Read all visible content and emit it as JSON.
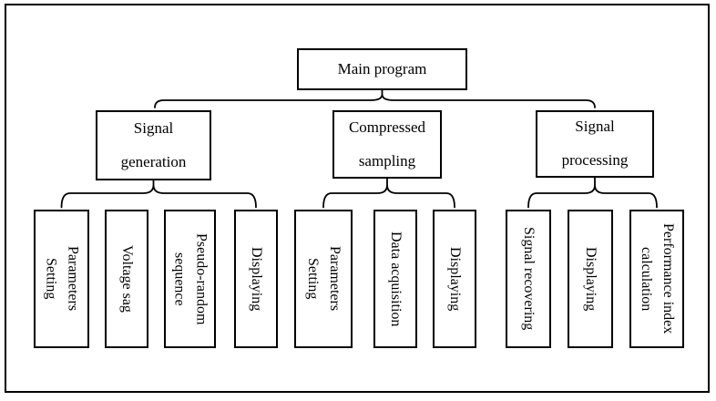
{
  "colors": {
    "line": "#000000",
    "text": "#000000",
    "background": "#ffffff"
  },
  "tree": {
    "root": {
      "label": "Main program"
    },
    "branches": [
      {
        "label": "Signal\ngeneration",
        "children": [
          {
            "label": "Parameters\nSetting"
          },
          {
            "label": "Voltage sag"
          },
          {
            "label": "Pseudo-random\nsequence"
          },
          {
            "label": "Displaying"
          }
        ]
      },
      {
        "label": "Compressed\nsampling",
        "children": [
          {
            "label": "Parameters\nSetting"
          },
          {
            "label": "Data acquisition"
          },
          {
            "label": "Displaying"
          }
        ]
      },
      {
        "label": "Signal\nprocessing",
        "children": [
          {
            "label": "Signal recovering"
          },
          {
            "label": "Displaying"
          },
          {
            "label": "Performance index\ncalculation"
          }
        ]
      }
    ]
  }
}
